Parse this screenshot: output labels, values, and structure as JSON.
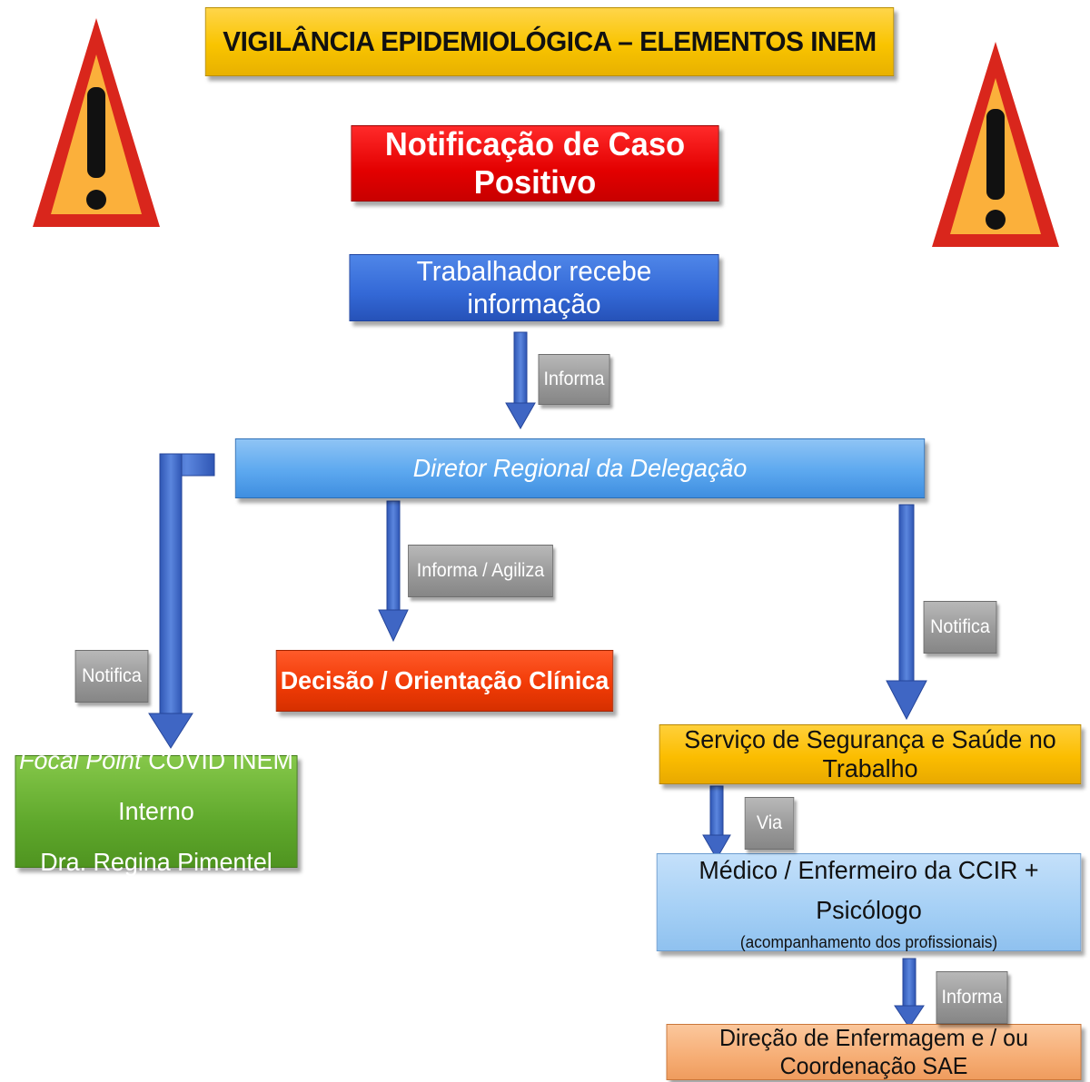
{
  "title": "VIGILÂNCIA EPIDEMIOLÓGICA – ELEMENTOS INEM",
  "header": "Notificação de Caso Positivo",
  "nodes": {
    "worker": "Trabalhador recebe informação",
    "director": "Diretor Regional da Delegação",
    "decision": "Decisão / Orientação Clínica",
    "focal_line1_italic": "Focal Point",
    "focal_line1_rest": " COVID INEM Interno",
    "focal_line2": "Dra. Regina Pimentel",
    "sst": "Serviço de Segurança e Saúde no Trabalho",
    "ccir_main": "Médico / Enfermeiro da CCIR + Psicólogo",
    "ccir_sub": "(acompanhamento dos profissionais)",
    "direcao": "Direção de Enfermagem e / ou Coordenação SAE"
  },
  "edge_labels": {
    "worker_to_director": "Informa",
    "director_to_decision": "Informa / Agiliza",
    "director_to_focal": "Notifica",
    "director_to_sst": "Notifica",
    "sst_to_ccir": "Via",
    "ccir_to_direcao": "Informa"
  },
  "icons": {
    "left_warning": "warning-triangle-icon",
    "right_warning": "warning-triangle-icon"
  },
  "colors": {
    "title": "#f9c400",
    "alert": "#e30000",
    "worker": "#3368d6",
    "director": "#5ca8ef",
    "decision": "#f23b06",
    "focal": "#5fa82c",
    "sst": "#fbbd00",
    "ccir": "#a4cff5",
    "direcao": "#f6ad74",
    "arrow": "#3f66c4",
    "label": "#9a9a9a"
  }
}
